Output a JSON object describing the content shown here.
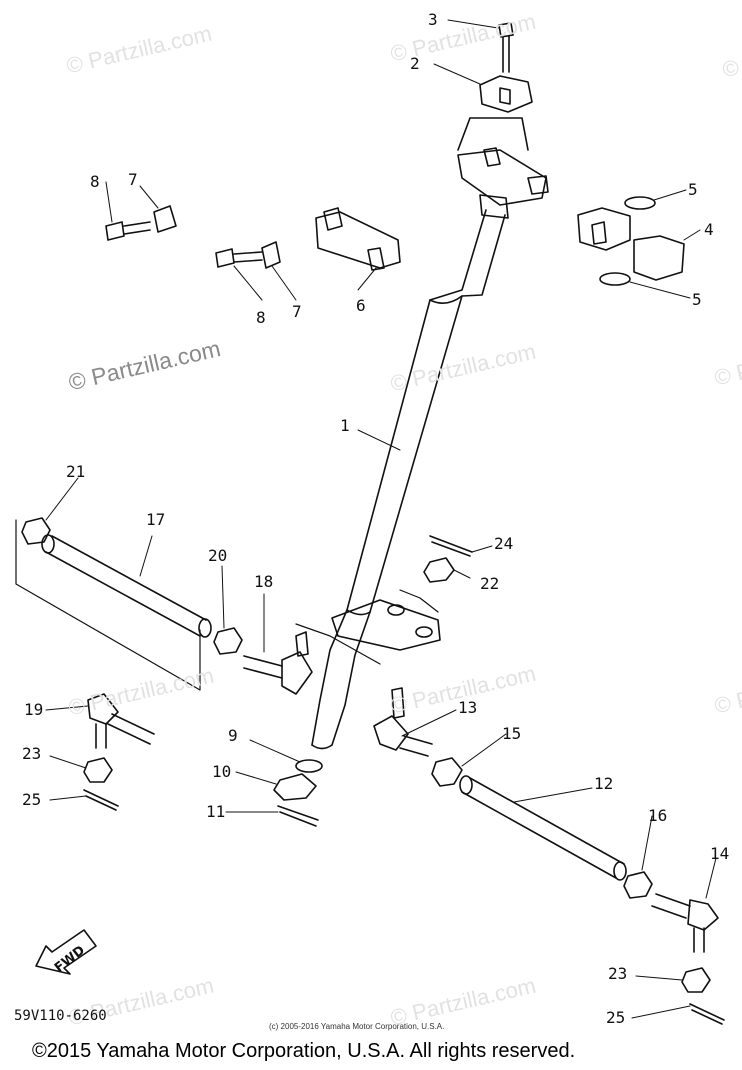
{
  "watermark": {
    "text": "© Partzilla.com"
  },
  "labels": {
    "l1": "1",
    "l2": "2",
    "l3": "3",
    "l4": "4",
    "l5": "5",
    "l6": "6",
    "l7": "7",
    "l8": "8",
    "l9": "9",
    "l10": "10",
    "l11": "11",
    "l12": "12",
    "l13": "13",
    "l14": "14",
    "l15": "15",
    "l16": "16",
    "l17": "17",
    "l18": "18",
    "l19": "19",
    "l20": "20",
    "l21": "21",
    "l22": "22",
    "l23": "23",
    "l24": "24",
    "l25": "25"
  },
  "fwd_label": "FWD",
  "diagram_code": "59V110-6260",
  "small_copyright": "(c) 2005-2016 Yamaha Motor Corporation, U.S.A.",
  "footer_copyright": "©2015 Yamaha Motor Corporation, U.S.A. All rights reserved."
}
